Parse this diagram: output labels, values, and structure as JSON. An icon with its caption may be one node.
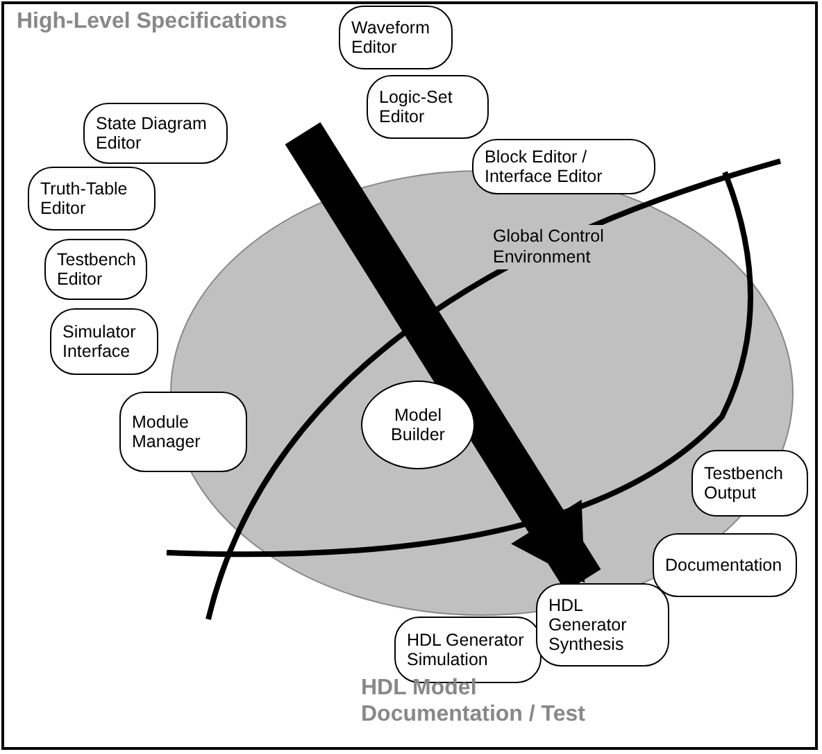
{
  "diagram": {
    "nodes": [
      {
        "text": [
          "Waveform Editor"
        ]
      },
      {
        "text": [
          "State Diagram Editor"
        ]
      },
      {
        "text": [
          "Logic-Set Editor"
        ]
      },
      {
        "text": [
          "Block Editor / Interface Editor"
        ]
      },
      {
        "text": [
          "Truth-Table Editor"
        ]
      },
      {
        "text": [
          "Global Control Environment"
        ]
      },
      {
        "text": [
          "Testbench Editor"
        ]
      },
      {
        "text": [
          "Simulator Interface"
        ]
      },
      {
        "text": [
          "Module Manager"
        ]
      },
      {
        "text": [
          "Model Builder"
        ],
        "in": 5
      },
      {
        "text": [
          "Testbench Output"
        ]
      },
      {
        "text": [
          "Documentation"
        ]
      },
      {
        "text": [
          "HDL Generator Simulation"
        ]
      },
      {
        "text": [
          "HDL Generator Synthesis"
        ]
      }
    ],
    "edges": [
      {
        "from": null,
        "to": 13,
        "arrow": "to"
      }
    ],
    "labels": [
      "High-Level Specifications",
      "HDL Model Documentation / Test"
    ]
  }
}
